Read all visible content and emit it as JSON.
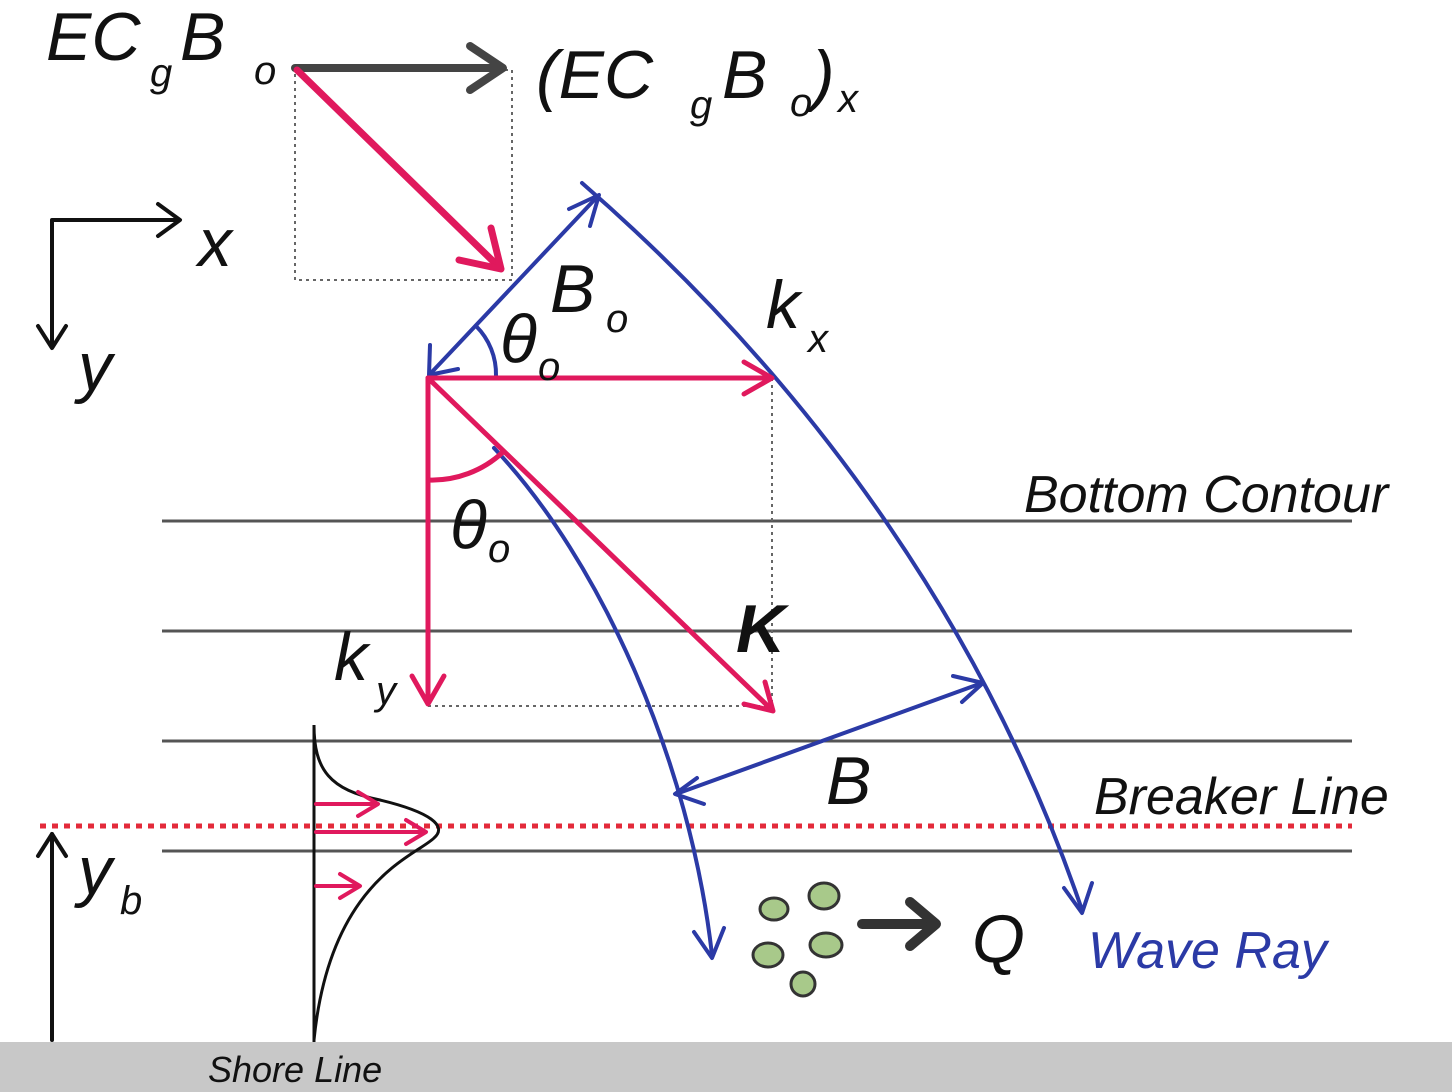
{
  "labels": {
    "ecgbo_main": "EC",
    "ecgbo_b": "B",
    "sub_g": "g",
    "sub_o": "o",
    "sub_x": "x",
    "sub_y": "y",
    "sub_b": "b",
    "ecgbo_x_main": "(EC",
    "ecgbo_x_b": "B",
    "paren_close": ")",
    "axis_x": "x",
    "axis_y": "y",
    "bo_main": "B",
    "k": "k",
    "theta": "θ",
    "K": "K",
    "B": "B",
    "Q": "Q",
    "bottom_contour": "Bottom Contour",
    "breaker_line": "Breaker Line",
    "wave_ray": "Wave Ray",
    "shore_line": "Shore Line"
  },
  "colors": {
    "wave_vector": "#e0195d",
    "wave_ray": "#2b3aa6",
    "breaker_line": "#e32a3a",
    "contour": "#555555",
    "sediment": "#a8c98a",
    "shore": "#c8c8c8"
  }
}
